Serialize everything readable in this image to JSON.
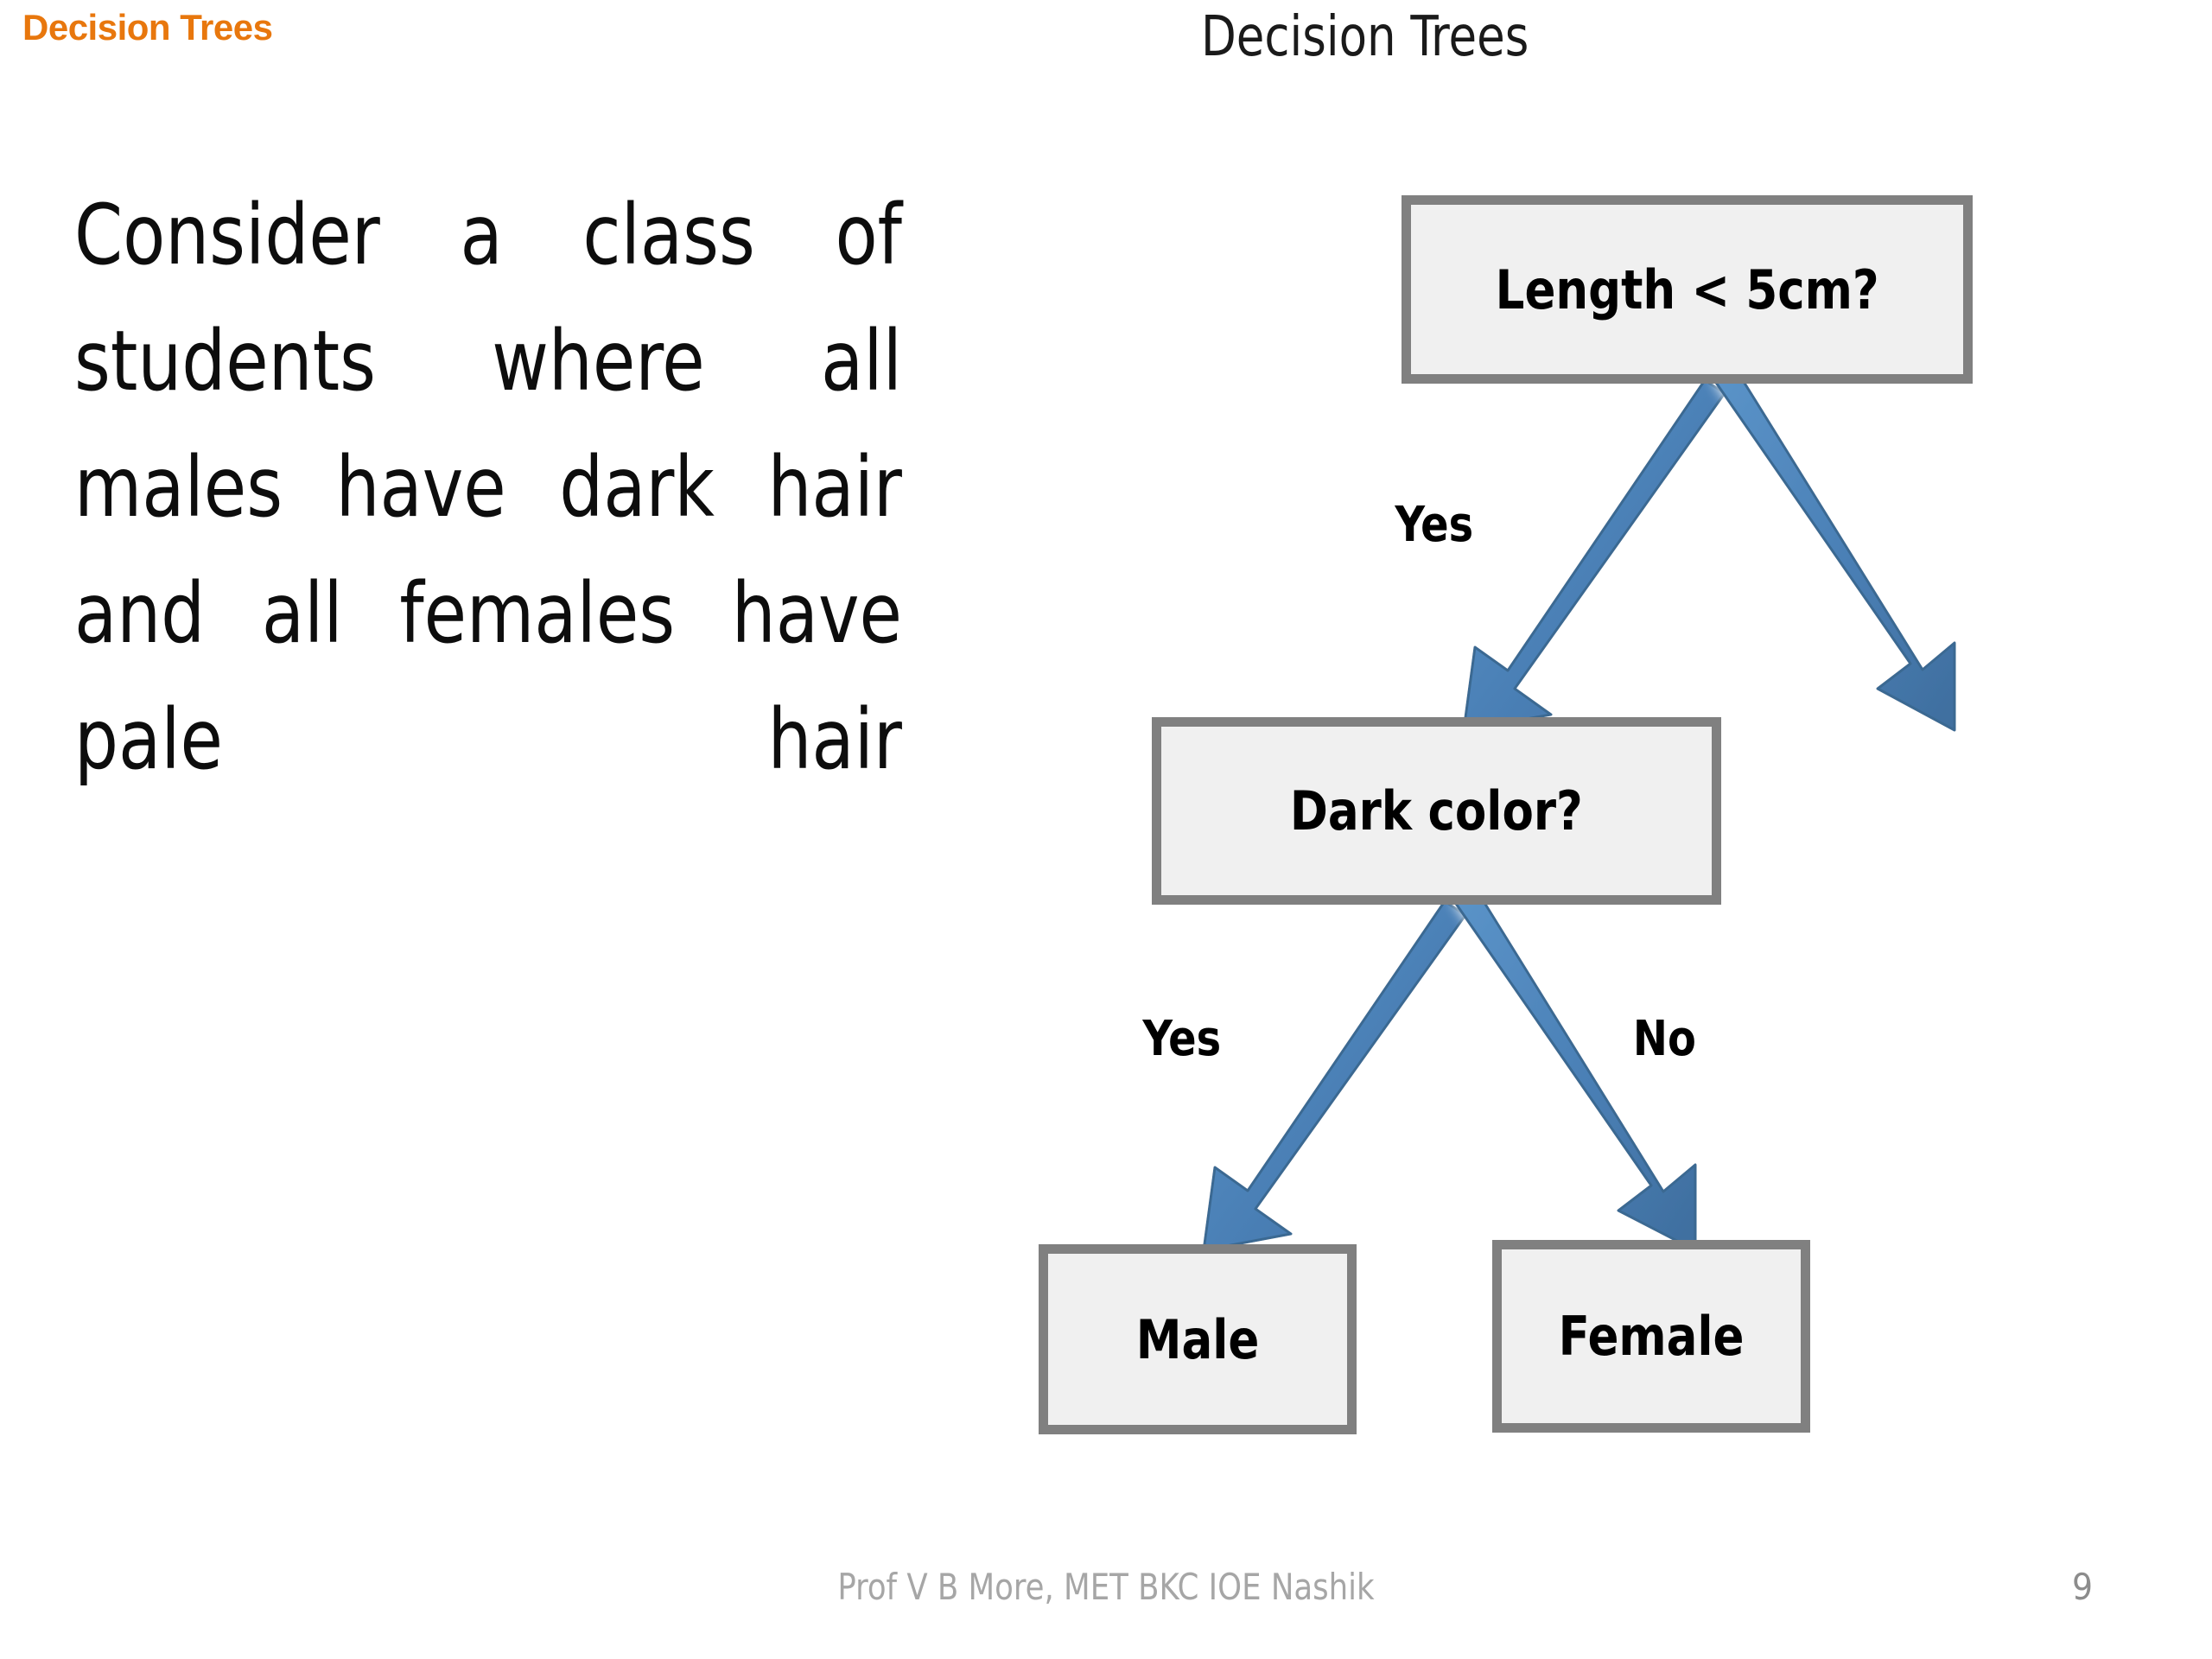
{
  "header": {
    "kicker": "Decision Trees",
    "kicker_color": "#E8770D",
    "title": "Decision Trees"
  },
  "body": {
    "paragraph": "Consider a class of students where all males have dark hair and all females have pale hair"
  },
  "chart_data": {
    "type": "diagram",
    "diagram_kind": "decision-tree",
    "title": "Decision Trees",
    "node_fill": "#F0F0F0",
    "node_border": "#808080",
    "arrow_color": "#4A7FB5",
    "nodes": [
      {
        "id": "root",
        "label": "Length < 5cm?",
        "role": "decision",
        "level": 0
      },
      {
        "id": "dark",
        "label": "Dark color?",
        "role": "decision",
        "level": 1
      },
      {
        "id": "male",
        "label": "Male",
        "role": "leaf",
        "level": 2
      },
      {
        "id": "female",
        "label": "Female",
        "role": "leaf",
        "level": 2
      }
    ],
    "edges": [
      {
        "from": "root",
        "to": "dark",
        "label": "Yes"
      },
      {
        "from": "root",
        "to": null,
        "label": ""
      },
      {
        "from": "dark",
        "to": "male",
        "label": "Yes"
      },
      {
        "from": "dark",
        "to": "female",
        "label": "No"
      }
    ],
    "edge_labels": [
      "Yes",
      "Yes",
      "No"
    ]
  },
  "footer": {
    "note": "Prof V B More, MET BKC IOE Nashik",
    "page_number": "9"
  }
}
